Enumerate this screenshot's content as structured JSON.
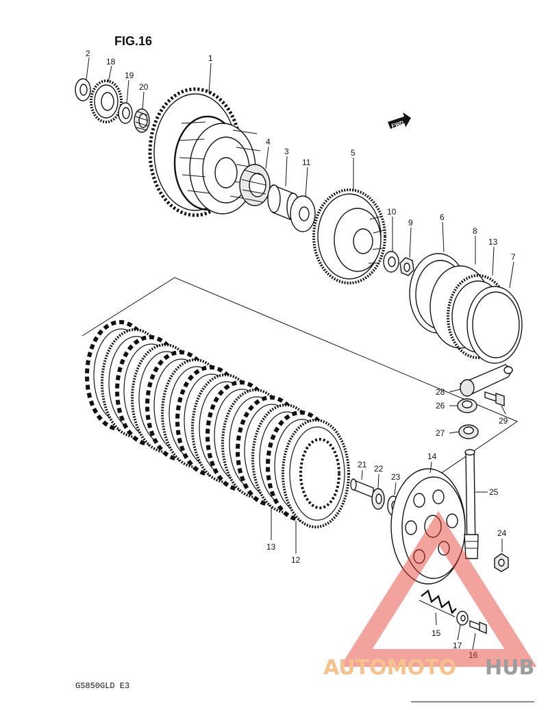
{
  "figure": {
    "title": "FIG.16",
    "model": "GS850GLD E3",
    "fwd_label": "FWD"
  },
  "callouts": [
    {
      "id": "1",
      "label": "1"
    },
    {
      "id": "2",
      "label": "2"
    },
    {
      "id": "3",
      "label": "3"
    },
    {
      "id": "4",
      "label": "4"
    },
    {
      "id": "5",
      "label": "5"
    },
    {
      "id": "6",
      "label": "6"
    },
    {
      "id": "7",
      "label": "7"
    },
    {
      "id": "8",
      "label": "8"
    },
    {
      "id": "9",
      "label": "9"
    },
    {
      "id": "10",
      "label": "10"
    },
    {
      "id": "11",
      "label": "11"
    },
    {
      "id": "12",
      "label": "12"
    },
    {
      "id": "13a",
      "label": "13"
    },
    {
      "id": "13b",
      "label": "13"
    },
    {
      "id": "14",
      "label": "14"
    },
    {
      "id": "15",
      "label": "15"
    },
    {
      "id": "16",
      "label": "16"
    },
    {
      "id": "17",
      "label": "17"
    },
    {
      "id": "18",
      "label": "18"
    },
    {
      "id": "19",
      "label": "19"
    },
    {
      "id": "20",
      "label": "20"
    },
    {
      "id": "21",
      "label": "21"
    },
    {
      "id": "22",
      "label": "22"
    },
    {
      "id": "23",
      "label": "23"
    },
    {
      "id": "24",
      "label": "24"
    },
    {
      "id": "25",
      "label": "25"
    },
    {
      "id": "26",
      "label": "26"
    },
    {
      "id": "27",
      "label": "27"
    },
    {
      "id": "28",
      "label": "28"
    },
    {
      "id": "29",
      "label": "29"
    }
  ],
  "watermark": {
    "text_orange": "AUTOMOTO",
    "text_grey": "HUB",
    "colors": {
      "triangle": "#e63b2e",
      "orange": "#f6b77a",
      "grey": "#8c8c8c"
    }
  }
}
